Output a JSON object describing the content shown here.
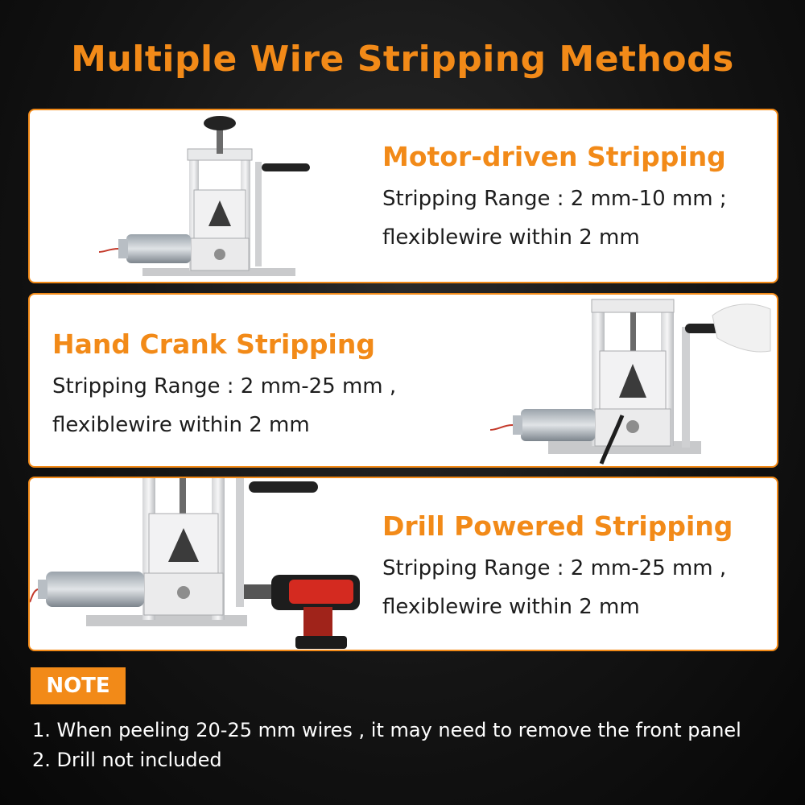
{
  "headline": "Multiple Wire Stripping Methods",
  "methods": [
    {
      "title": "Motor-driven Stripping",
      "range": "Stripping Range : 2 mm-10 mm ;",
      "flex": "flexiblewire within 2 mm"
    },
    {
      "title": "Hand Crank Stripping",
      "range": "Stripping Range : 2 mm-25 mm ,",
      "flex": "flexiblewire within 2 mm"
    },
    {
      "title": "Drill Powered Stripping",
      "range": "Stripping Range : 2 mm-25 mm ,",
      "flex": "flexiblewire within 2 mm"
    }
  ],
  "note": {
    "label": "NOTE",
    "items": [
      "1. When peeling 20-25 mm wires , it may need to remove the front panel",
      "2. Drill not included"
    ]
  },
  "colors": {
    "accent": "#f28a18",
    "background": "#141414",
    "card": "#ffffff",
    "text_dark": "#1d1d1d",
    "text_light": "#ffffff"
  }
}
